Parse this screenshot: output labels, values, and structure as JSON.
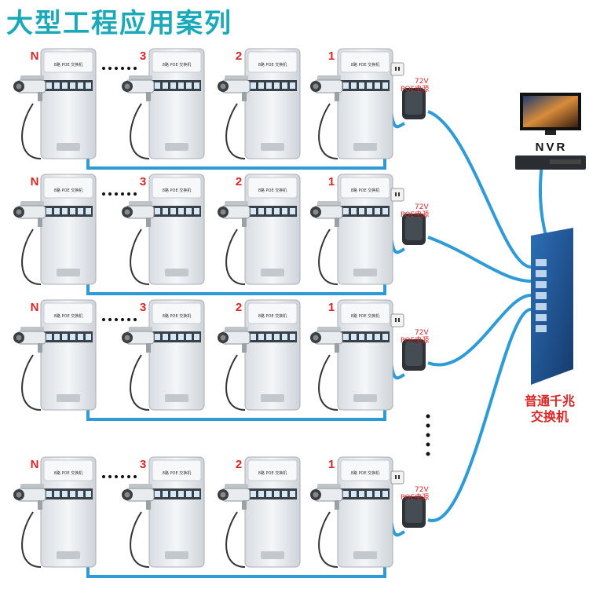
{
  "title": "大型工程应用案列",
  "unit_labels": [
    "N",
    "3",
    "2",
    "1"
  ],
  "switch_box_label": "8路 POE 交换机",
  "poe_psu_label": [
    "72V",
    "POE电源"
  ],
  "nvr_label": "NVR",
  "gigabit_switch_label": [
    "普通千兆",
    "交换机"
  ],
  "rows": 4,
  "colors": {
    "title": "#1aa9b8",
    "accent": "#d92626",
    "cable": "#2f9bd6",
    "switch": "#1f4f8a"
  },
  "icons": [
    "camera-icon",
    "poe-switch-icon",
    "power-outlet-icon",
    "psu-icon",
    "monitor-icon",
    "nvr-icon",
    "gigabit-switch-icon"
  ]
}
